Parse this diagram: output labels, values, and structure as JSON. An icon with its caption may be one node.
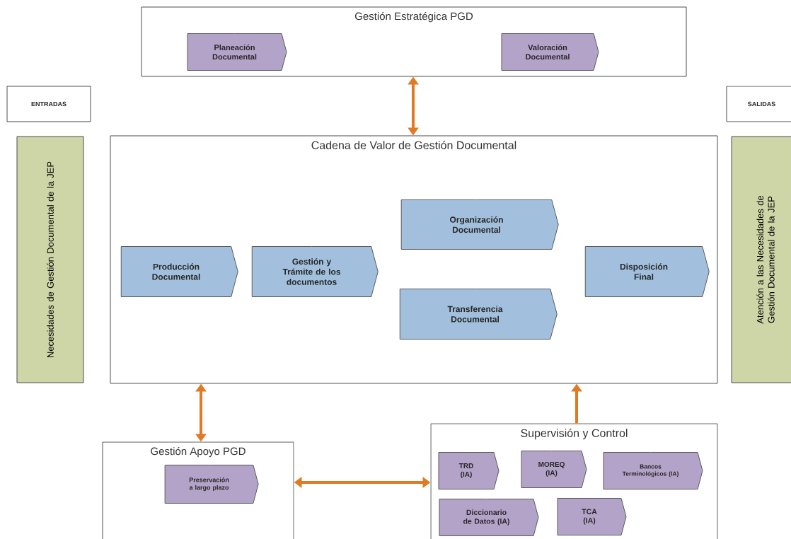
{
  "diagram": {
    "nodes": [
      {
        "text": [
          "Gestión Estratégica PGD"
        ]
      },
      {
        "text": [
          "Planeación Documental"
        ],
        "in": 0
      },
      {
        "text": [
          "Valoración Documental"
        ],
        "in": 0
      },
      {
        "text": [
          "ENTRADAS"
        ]
      },
      {
        "text": [
          "Necesidades de Gestión Documental de la JEP"
        ]
      },
      {
        "text": [
          "Cadena de Valor de Gestión Documental"
        ]
      },
      {
        "text": [
          "Producción Documental"
        ],
        "in": 5
      },
      {
        "text": [
          "Gestión y Trámite de los documentos"
        ],
        "in": 5
      },
      {
        "text": [
          "Organización Documental"
        ],
        "in": 5
      },
      {
        "text": [
          "Transferencia Documental"
        ],
        "in": 5
      },
      {
        "text": [
          "Disposición Final"
        ],
        "in": 5
      },
      {
        "text": [
          "SALIDAS"
        ]
      },
      {
        "text": [
          "Atención a las Necesidades de Gestión Documental de la JEP"
        ]
      },
      {
        "text": [
          "Gestión Apoyo PGD"
        ]
      },
      {
        "text": [
          "Preservación a largo plazo"
        ],
        "in": 13
      },
      {
        "text": [
          "Supervisión y Control"
        ]
      },
      {
        "text": [
          "TRD (IA)"
        ],
        "in": 15
      },
      {
        "text": [
          "MOREQ (IA)"
        ],
        "in": 15
      },
      {
        "text": [
          "Bancos Terminológicos (IA)"
        ],
        "in": 15
      },
      {
        "text": [
          "Diccionario de Datos (IA)"
        ],
        "in": 15
      },
      {
        "text": [
          "TCA (IA)"
        ],
        "in": 15
      }
    ],
    "edges": [
      {
        "from": 0,
        "to": 5,
        "arrow": "both"
      },
      {
        "from": 5,
        "to": 13,
        "arrow": "both"
      },
      {
        "from": 13,
        "to": 15,
        "arrow": "both"
      },
      {
        "from": 15,
        "to": 5,
        "arrow": "to"
      }
    ]
  }
}
